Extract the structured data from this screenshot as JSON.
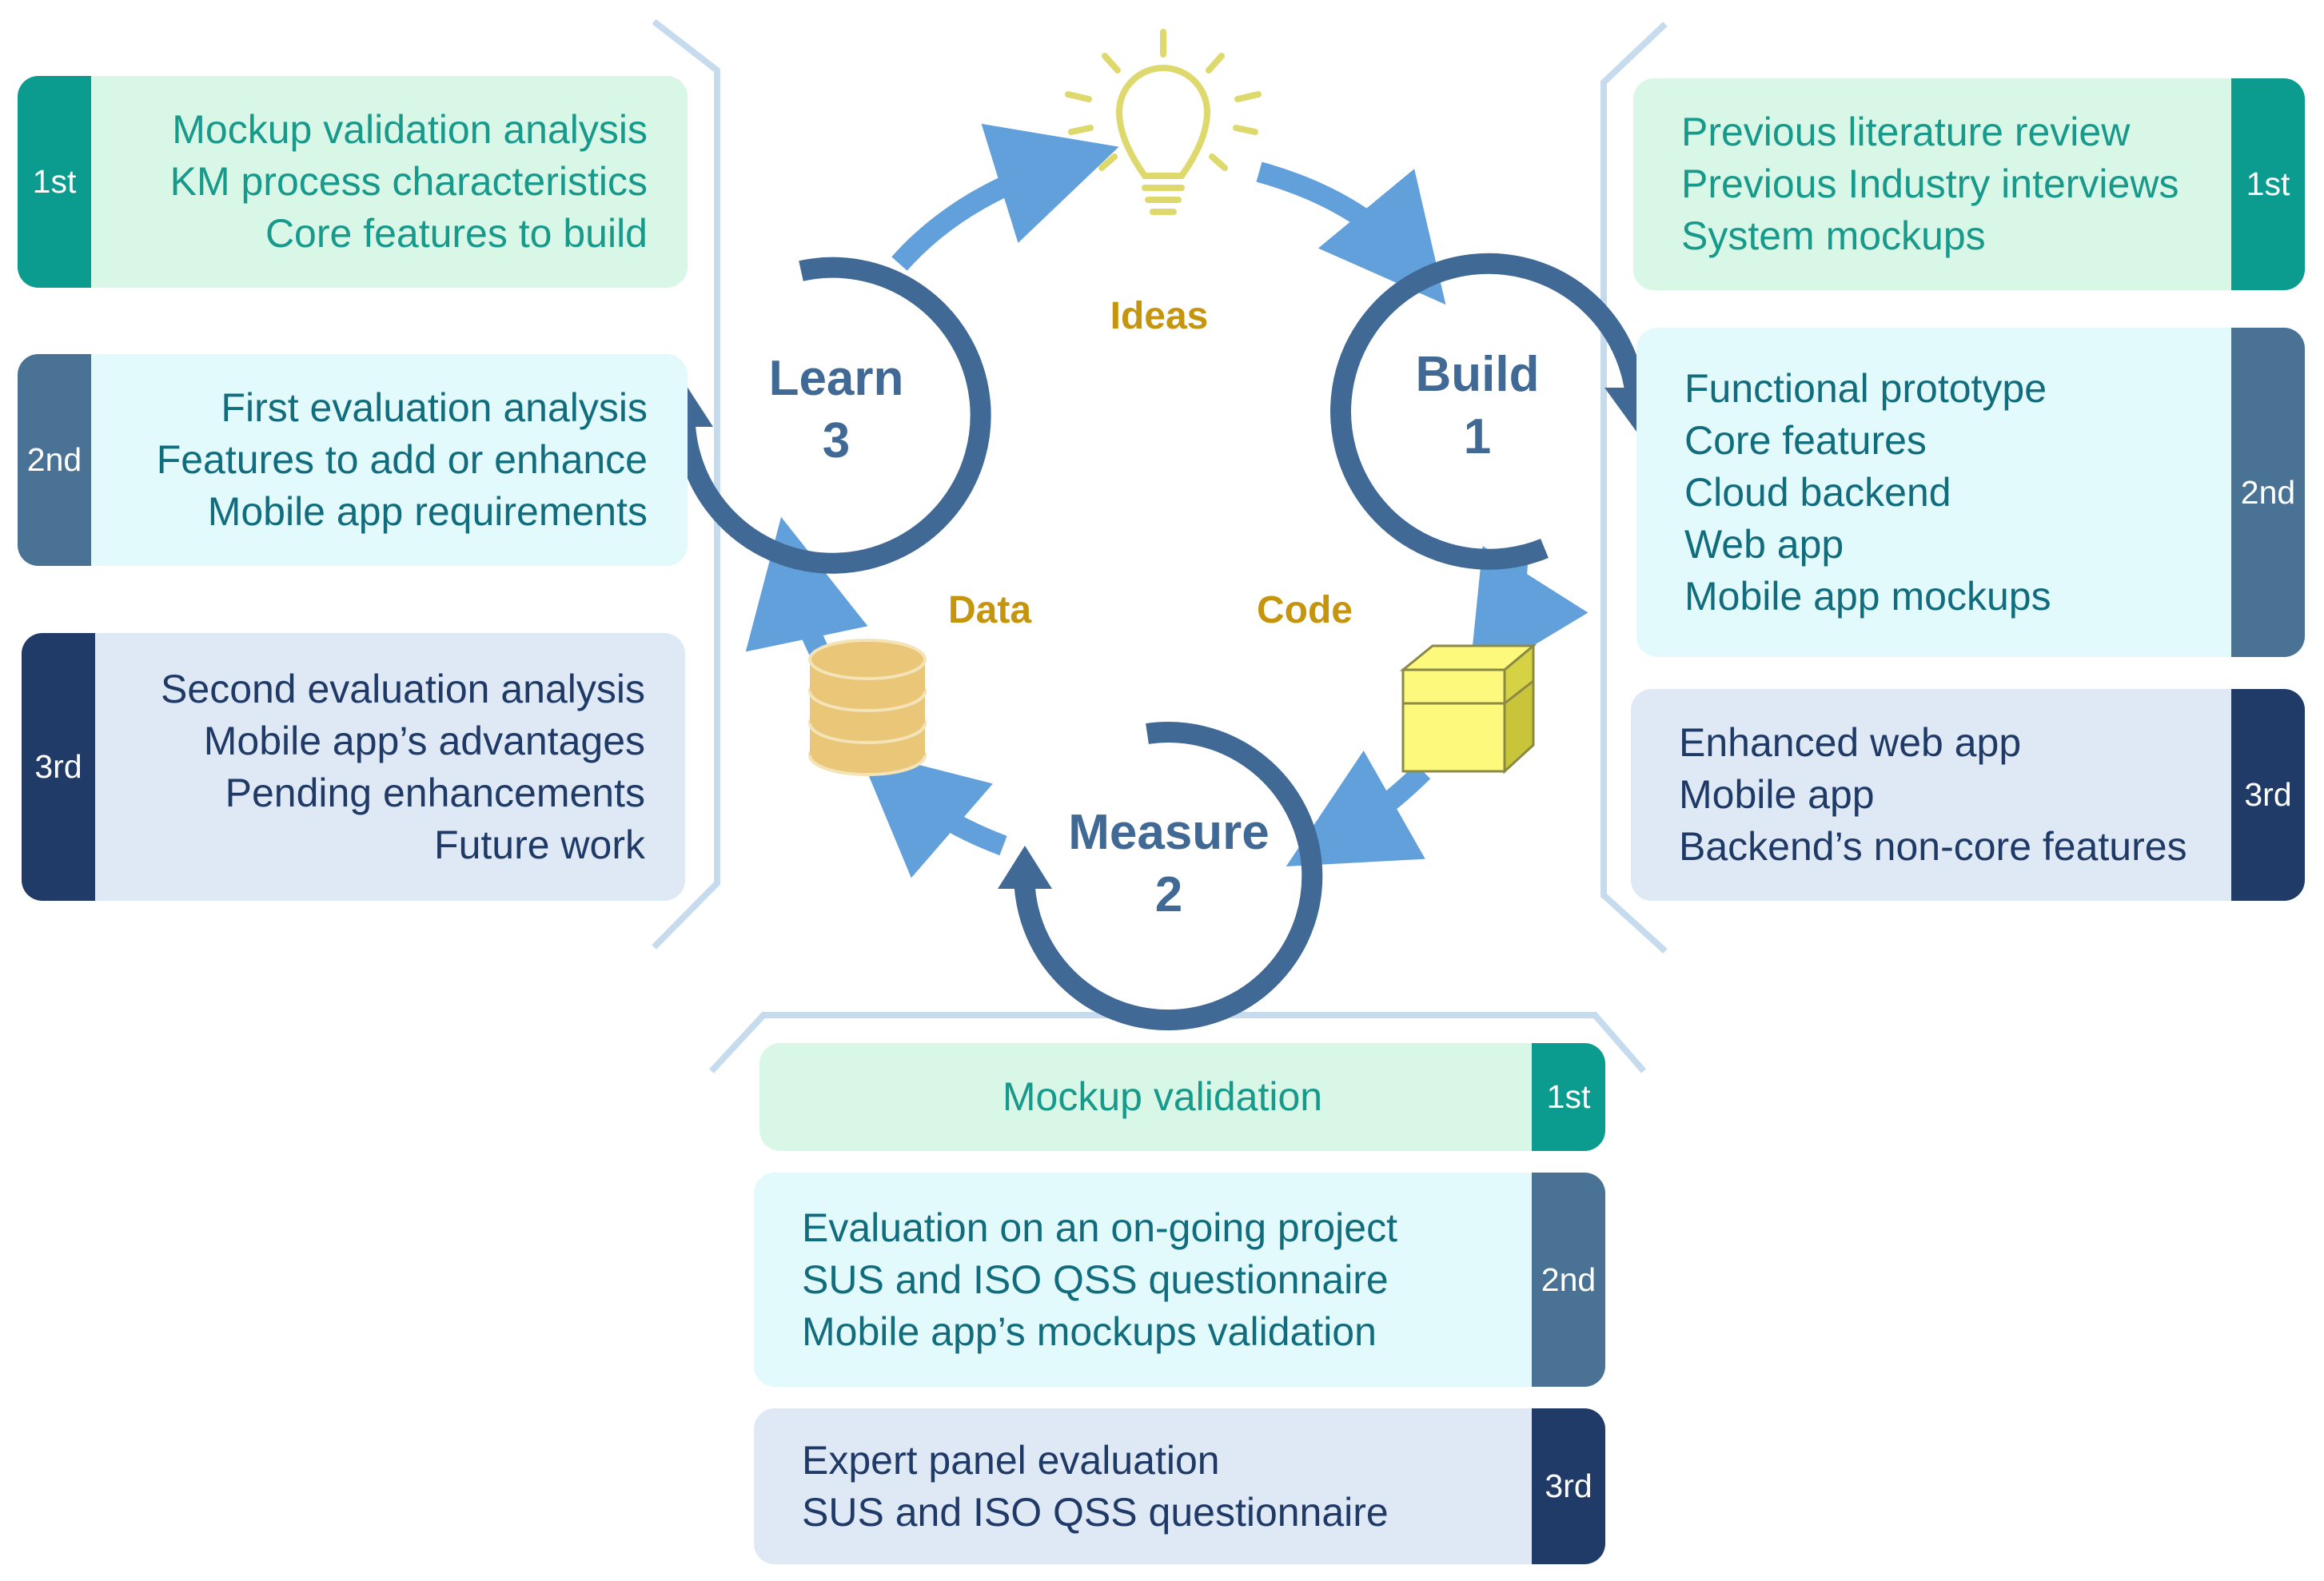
{
  "colors": {
    "ring": "#406995",
    "arrow": "#62a0dc",
    "bracket": "#c6dbed",
    "bulb": "#ddd96c",
    "link_label": "#c5960d",
    "coins": "#e9c678",
    "box": "#fcf97c"
  },
  "icons": {
    "ideas": "lightbulb-icon",
    "code": "box-icon",
    "data": "database-icon"
  },
  "cycle": {
    "build": {
      "title": "Build",
      "number": "1"
    },
    "measure": {
      "title": "Measure",
      "number": "2"
    },
    "learn": {
      "title": "Learn",
      "number": "3"
    },
    "ideas_label": "Ideas",
    "code_label": "Code",
    "data_label": "Data"
  },
  "learn_cards": [
    {
      "tab": "1st",
      "lines": [
        "Mockup validation analysis",
        "KM process characteristics",
        "Core features to build"
      ]
    },
    {
      "tab": "2nd",
      "lines": [
        "First evaluation analysis",
        "Features to add or enhance",
        "Mobile app requirements"
      ]
    },
    {
      "tab": "3rd",
      "lines": [
        "Second evaluation analysis",
        "Mobile app’s advantages",
        "Pending enhancements",
        "Future work"
      ]
    }
  ],
  "build_cards": [
    {
      "tab": "1st",
      "lines": [
        "Previous literature review",
        "Previous Industry interviews",
        "System mockups"
      ]
    },
    {
      "tab": "2nd",
      "lines": [
        "Functional prototype",
        "Core features",
        "Cloud backend",
        "Web app",
        "Mobile app mockups"
      ]
    },
    {
      "tab": "3rd",
      "lines": [
        "Enhanced web app",
        "Mobile app",
        "Backend’s non-core features"
      ]
    }
  ],
  "measure_cards": [
    {
      "tab": "1st",
      "lines": [
        "Mockup validation"
      ]
    },
    {
      "tab": "2nd",
      "lines": [
        "Evaluation on an on-going project",
        "SUS and ISO QSS questionnaire",
        "Mobile app’s mockups validation"
      ]
    },
    {
      "tab": "3rd",
      "lines": [
        "Expert panel evaluation",
        "SUS and ISO QSS questionnaire"
      ]
    }
  ]
}
